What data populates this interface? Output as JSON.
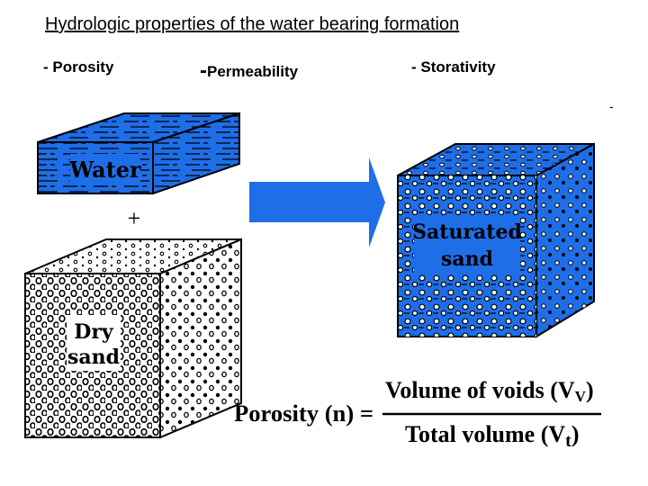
{
  "title": "Hydrologic properties of the water bearing formation",
  "properties": [
    {
      "dash": "-",
      "label": " Porosity"
    },
    {
      "dash": "-",
      "label": "Permeability"
    },
    {
      "dash": "-",
      "label": " Storativity"
    }
  ],
  "stray_mark": "-",
  "cubes": {
    "water": {
      "label": "Water"
    },
    "plus": "+",
    "dry": {
      "label_line1": "Dry",
      "label_line2": "sand"
    },
    "saturated": {
      "label_line1": "Saturated",
      "label_line2": "sand"
    }
  },
  "formula": {
    "lhs": "Porosity (n) =",
    "numerator": "Volume of voids (V",
    "numerator_sub": "V",
    "numerator_close": ")",
    "denominator": "Total volume (V",
    "denominator_sub": "t",
    "denominator_close": ")"
  },
  "colors": {
    "water_blue": "#1e6ee8",
    "arrow_blue": "#1e6ee8",
    "outline": "#000000",
    "sand_face": "#ffffff"
  }
}
